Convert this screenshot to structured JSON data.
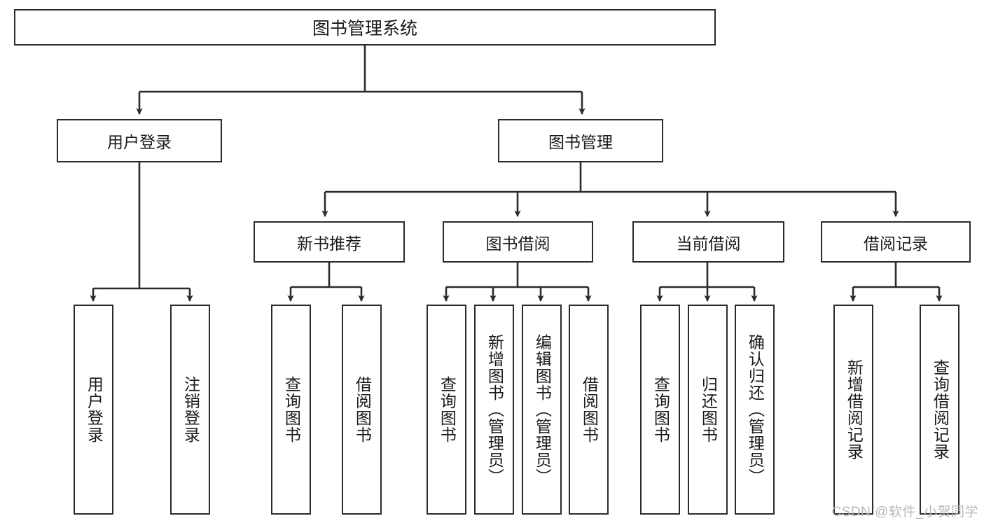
{
  "diagram": {
    "title": "图书管理系统",
    "type": "tree",
    "root": {
      "id": "root",
      "label": "图书管理系统"
    },
    "level2": [
      {
        "id": "user-login",
        "label": "用户登录"
      },
      {
        "id": "book-manage",
        "label": "图书管理"
      }
    ],
    "level3": [
      {
        "id": "new-book-recommend",
        "label": "新书推荐",
        "parent": "book-manage"
      },
      {
        "id": "book-borrow",
        "label": "图书借阅",
        "parent": "book-manage"
      },
      {
        "id": "current-borrow",
        "label": "当前借阅",
        "parent": "book-manage"
      },
      {
        "id": "borrow-record",
        "label": "借阅记录",
        "parent": "book-manage"
      }
    ],
    "leaves": [
      {
        "id": "leaf-user-login",
        "label": "用户登录",
        "parent": "user-login"
      },
      {
        "id": "leaf-user-logout",
        "label": "注销登录",
        "parent": "user-login"
      },
      {
        "id": "leaf-query-book-1",
        "label": "查询图书",
        "parent": "new-book-recommend"
      },
      {
        "id": "leaf-borrow-book-1",
        "label": "借阅图书",
        "parent": "new-book-recommend"
      },
      {
        "id": "leaf-query-book-2",
        "label": "查询图书",
        "parent": "book-borrow"
      },
      {
        "id": "leaf-add-book",
        "label": "新增图书（管理员）",
        "parent": "book-borrow"
      },
      {
        "id": "leaf-edit-book",
        "label": "编辑图书（管理员）",
        "parent": "book-borrow"
      },
      {
        "id": "leaf-borrow-book-2",
        "label": "借阅图书",
        "parent": "book-borrow"
      },
      {
        "id": "leaf-query-book-3",
        "label": "查询图书",
        "parent": "current-borrow"
      },
      {
        "id": "leaf-return-book",
        "label": "归还图书",
        "parent": "current-borrow"
      },
      {
        "id": "leaf-confirm-return",
        "label": "确认归还（管理员）",
        "parent": "current-borrow"
      },
      {
        "id": "leaf-add-record",
        "label": "新增借阅记录",
        "parent": "borrow-record"
      },
      {
        "id": "leaf-query-record",
        "label": "查询借阅记录",
        "parent": "borrow-record"
      }
    ],
    "watermark": "CSDN @软件_小贺同学",
    "colors": {
      "stroke": "#2b2b2b",
      "fill": "#ffffff",
      "text": "#1a1a1a",
      "watermark": "#b9b9b9"
    }
  }
}
